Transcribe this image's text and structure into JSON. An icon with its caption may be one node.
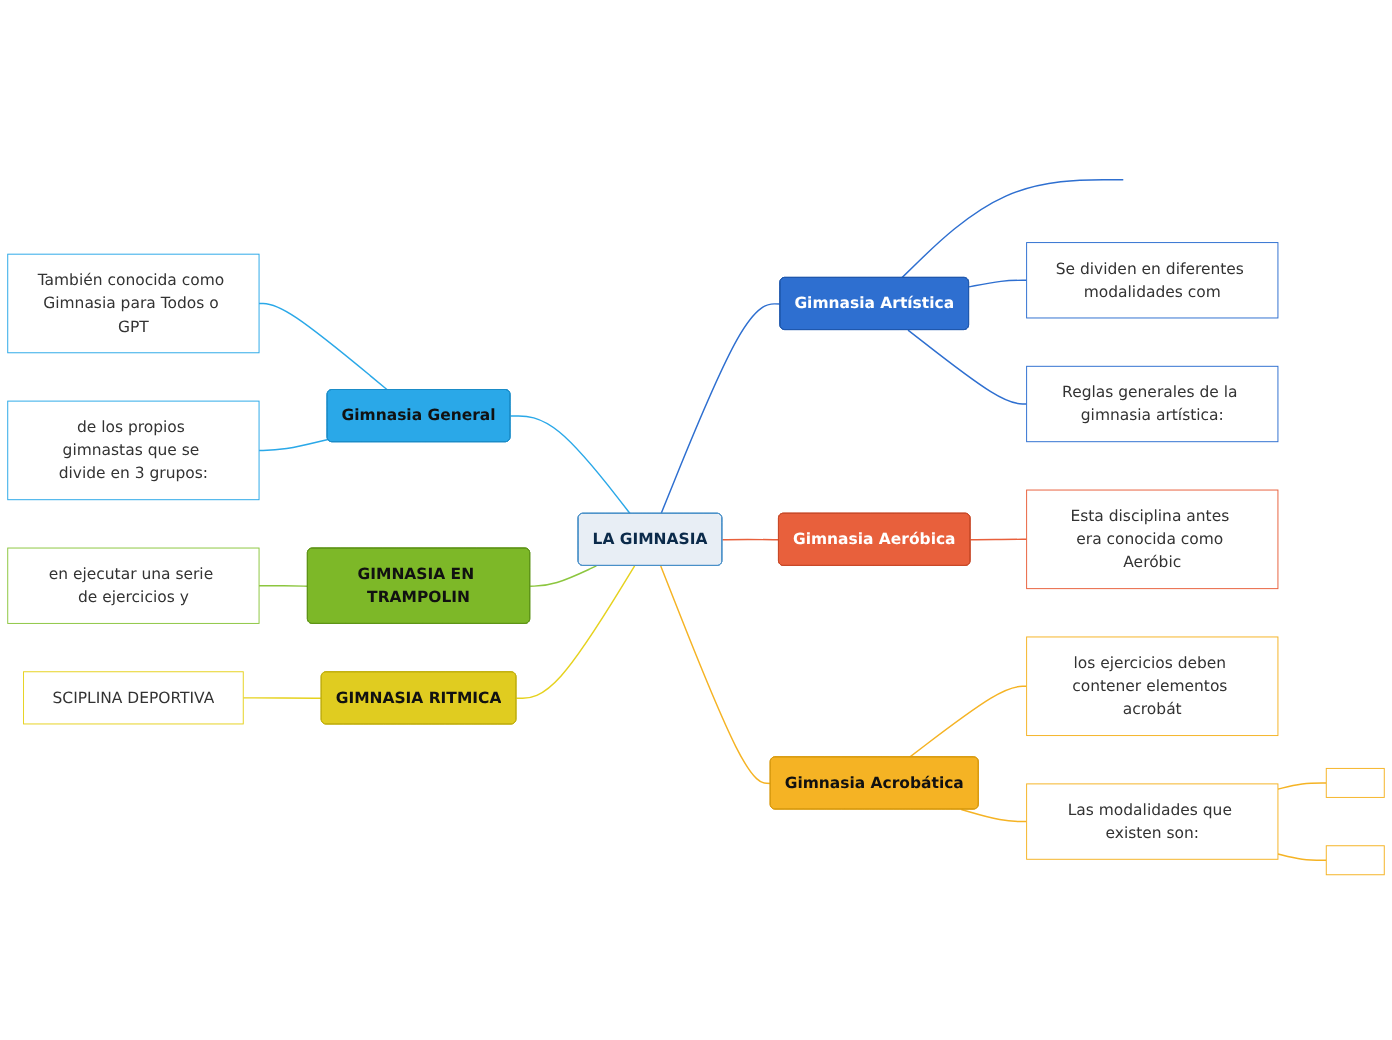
{
  "diagram": {
    "nodes": [
      {
        "text": [
          "LA GIMNASIA"
        ]
      },
      {
        "text": [
          "Gimnasia Artística"
        ]
      },
      {
        "text": [
          "Se dividen en diferentes modalidades com"
        ]
      },
      {
        "text": [
          "Reglas generales de la gimnasia artística:"
        ]
      },
      {
        "text": [
          "Gimnasia Aeróbica"
        ]
      },
      {
        "text": [
          "Esta disciplina antes era conocida como Aeróbic"
        ]
      },
      {
        "text": [
          "Gimnasia Acrobática"
        ]
      },
      {
        "text": [
          "los ejercicios deben contener elementos acrobát"
        ]
      },
      {
        "text": [
          "Las modalidades que existen son:"
        ]
      },
      {
        "text": [],
        "shape": "box"
      },
      {
        "text": [],
        "shape": "box"
      },
      {
        "text": [
          "Gimnasia General"
        ]
      },
      {
        "text": [
          "También conocida como Gimnasia para Todos o GPT"
        ]
      },
      {
        "text": [
          "de los propios gimnastas que se divide en 3 grupos:"
        ]
      },
      {
        "text": [
          "GIMNASIA EN TRAMPOLIN"
        ]
      },
      {
        "text": [
          "en ejecutar una serie de ejercicios y"
        ]
      },
      {
        "text": [
          "GIMNASIA RITMICA"
        ]
      },
      {
        "text": [
          "SCIPLINA DEPORTIVA"
        ]
      }
    ],
    "edges": [
      {
        "from": 0,
        "to": 1,
        "arrow": "none",
        "color": "#2e6fd0"
      },
      {
        "from": 1,
        "to": null,
        "arrow": "none",
        "color": "#2e6fd0"
      },
      {
        "from": 1,
        "to": 2,
        "arrow": "none",
        "color": "#2e6fd0"
      },
      {
        "from": 1,
        "to": 3,
        "arrow": "none",
        "color": "#2e6fd0"
      },
      {
        "from": 0,
        "to": 4,
        "arrow": "none",
        "color": "#e8603c"
      },
      {
        "from": 4,
        "to": 5,
        "arrow": "none",
        "color": "#e8603c"
      },
      {
        "from": 0,
        "to": 6,
        "arrow": "none",
        "color": "#f5b324"
      },
      {
        "from": 6,
        "to": 7,
        "arrow": "none",
        "color": "#f5b324"
      },
      {
        "from": 6,
        "to": 8,
        "arrow": "none",
        "color": "#f5b324"
      },
      {
        "from": 8,
        "to": 9,
        "arrow": "none",
        "color": "#f5b324"
      },
      {
        "from": 8,
        "to": 10,
        "arrow": "none",
        "color": "#f5b324"
      },
      {
        "from": 0,
        "to": 11,
        "arrow": "none",
        "color": "#2aa8e8"
      },
      {
        "from": 11,
        "to": 12,
        "arrow": "none",
        "color": "#2aa8e8"
      },
      {
        "from": 11,
        "to": 13,
        "arrow": "none",
        "color": "#2aa8e8"
      },
      {
        "from": 0,
        "to": 14,
        "arrow": "none",
        "color": "#8cc63f"
      },
      {
        "from": 14,
        "to": 15,
        "arrow": "none",
        "color": "#8cc63f"
      },
      {
        "from": 0,
        "to": 16,
        "arrow": "none",
        "color": "#e6d21e"
      },
      {
        "from": 16,
        "to": 17,
        "arrow": "none",
        "color": "#e6d21e"
      }
    ]
  }
}
